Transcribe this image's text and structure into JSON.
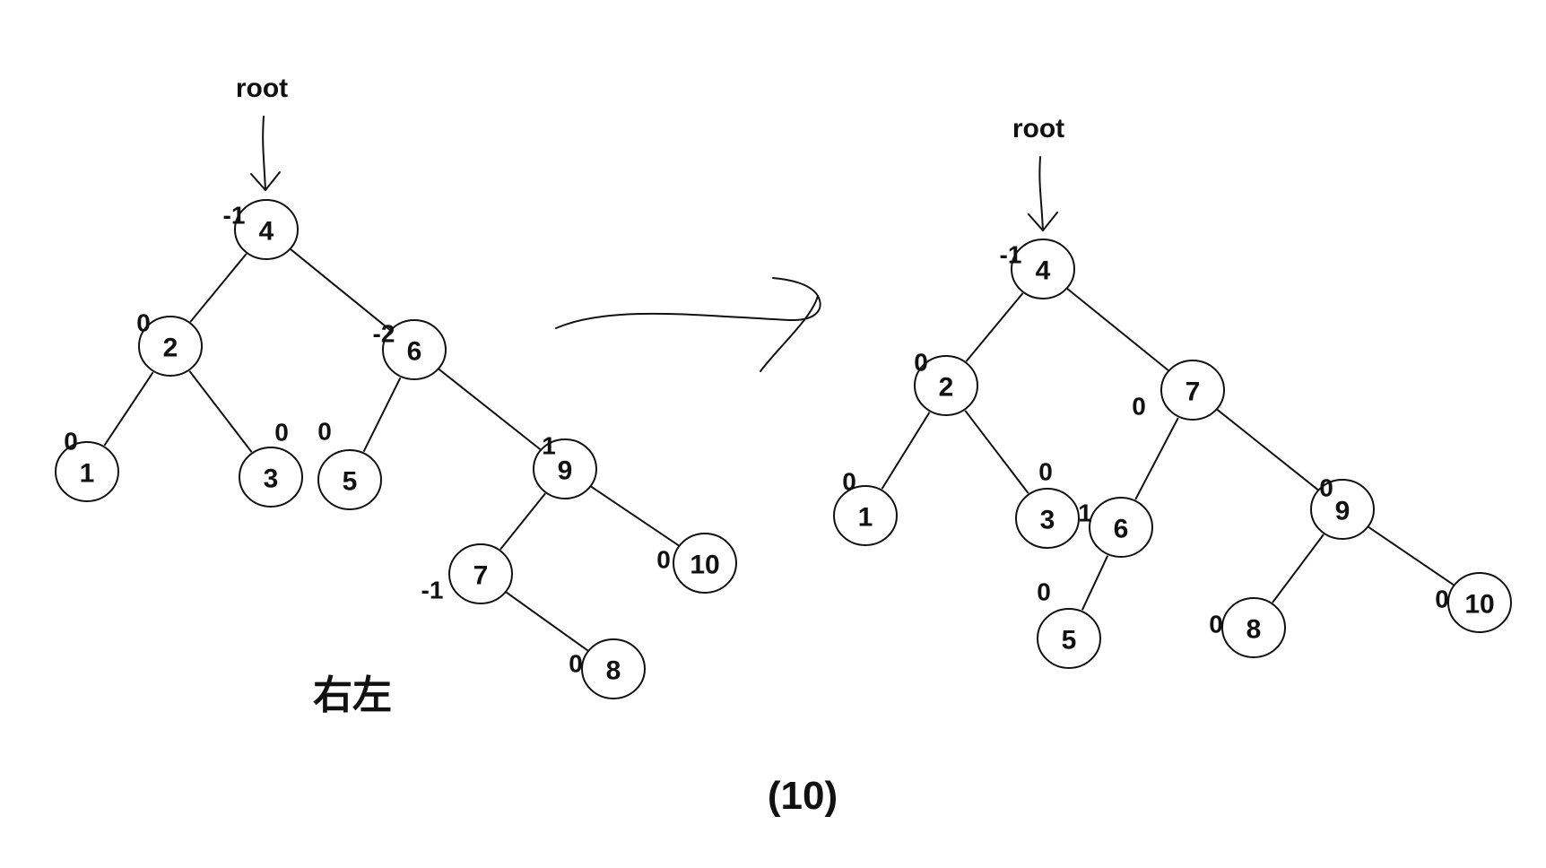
{
  "trees": [
    {
      "id": "before",
      "root_label": "root",
      "nodes": [
        {
          "key": "4",
          "label": "4",
          "bf": "-1"
        },
        {
          "key": "2",
          "label": "2",
          "bf": "0"
        },
        {
          "key": "6",
          "label": "6",
          "bf": "-2"
        },
        {
          "key": "1",
          "label": "1",
          "bf": "0"
        },
        {
          "key": "3",
          "label": "3",
          "bf": "0"
        },
        {
          "key": "5",
          "label": "5",
          "bf": "0"
        },
        {
          "key": "9",
          "label": "9",
          "bf": "1"
        },
        {
          "key": "7",
          "label": "7",
          "bf": "-1"
        },
        {
          "key": "10",
          "label": "10",
          "bf": "0"
        },
        {
          "key": "8",
          "label": "8",
          "bf": "0"
        }
      ],
      "edges": [
        [
          "4",
          "2"
        ],
        [
          "4",
          "6"
        ],
        [
          "2",
          "1"
        ],
        [
          "2",
          "3"
        ],
        [
          "6",
          "5"
        ],
        [
          "6",
          "9"
        ],
        [
          "9",
          "7"
        ],
        [
          "9",
          "10"
        ],
        [
          "7",
          "8"
        ]
      ]
    },
    {
      "id": "after",
      "root_label": "root",
      "nodes": [
        {
          "key": "4",
          "label": "4",
          "bf": "-1"
        },
        {
          "key": "2",
          "label": "2",
          "bf": "0"
        },
        {
          "key": "7",
          "label": "7",
          "bf": "0"
        },
        {
          "key": "1",
          "label": "1",
          "bf": "0"
        },
        {
          "key": "3",
          "label": "3",
          "bf": "0"
        },
        {
          "key": "6",
          "label": "6",
          "bf": "1"
        },
        {
          "key": "9",
          "label": "9",
          "bf": "0"
        },
        {
          "key": "5",
          "label": "5",
          "bf": "0"
        },
        {
          "key": "8",
          "label": "8",
          "bf": "0"
        },
        {
          "key": "10",
          "label": "10",
          "bf": "0"
        }
      ],
      "edges": [
        [
          "4",
          "2"
        ],
        [
          "4",
          "7"
        ],
        [
          "2",
          "1"
        ],
        [
          "2",
          "3"
        ],
        [
          "7",
          "6"
        ],
        [
          "7",
          "9"
        ],
        [
          "6",
          "5"
        ],
        [
          "9",
          "8"
        ],
        [
          "9",
          "10"
        ]
      ]
    }
  ],
  "rotation_caption": "右左",
  "figure_label": "(10)"
}
